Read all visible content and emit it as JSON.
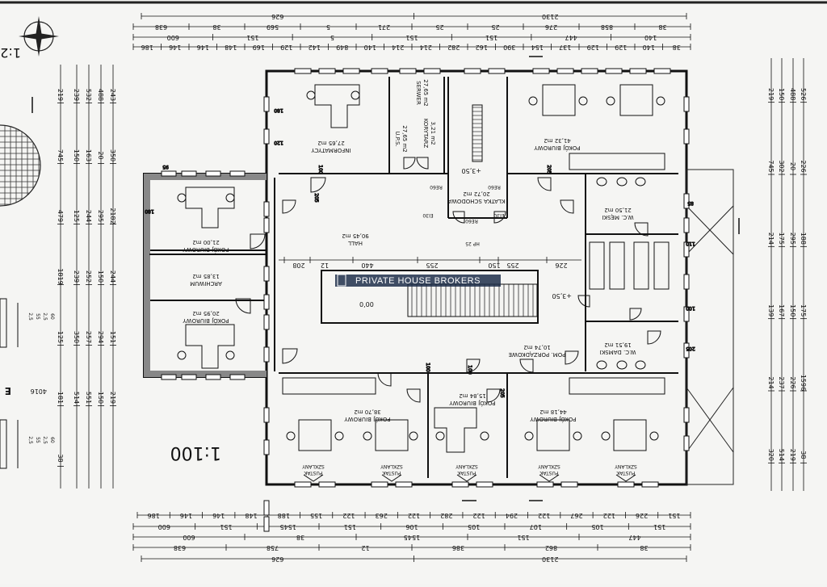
{
  "watermark": {
    "text": "PRIVATE HOUSE BROKERS"
  },
  "scale": {
    "plan": "1:100",
    "corner": "1:2"
  },
  "elevations": {
    "center_hall": "0,00",
    "stair_left": "+3,50",
    "stair_right": "+3,50",
    "east_label": "E",
    "east_value": "4016"
  },
  "rooms": [
    {
      "id": "informatycy",
      "name": "INFORMATYCY",
      "area": "27,65 m2"
    },
    {
      "id": "serwer",
      "name": "SERWER",
      "area": "27,65 m2"
    },
    {
      "id": "ups",
      "name": "U.P.S.",
      "area": "27,65 m2"
    },
    {
      "id": "korytarz",
      "name": "KORYTARZ",
      "area": "3,21 m2"
    },
    {
      "id": "pokoj-biurowy-ne",
      "name": "POKÓJ BIUROWY",
      "area": "41,32 m2"
    },
    {
      "id": "pokoj-biurowy-w1",
      "name": "POKÓJ BIUROWY",
      "area": "21,00 m2"
    },
    {
      "id": "archiwum",
      "name": "ARCHIWUM",
      "area": "13,85 m2"
    },
    {
      "id": "pokoj-biurowy-w2",
      "name": "POKÓJ BIUROWY",
      "area": "20,95 m2"
    },
    {
      "id": "hall",
      "name": "HALL",
      "area": "90,45 m2"
    },
    {
      "id": "klatka",
      "name": "KLATKA SCHODOWA",
      "area": "20,72 m2"
    },
    {
      "id": "wc-meski",
      "name": "W.C. MĘSKI",
      "area": "21,50 m2"
    },
    {
      "id": "wc-damski",
      "name": "W.C. DAMSKI",
      "area": "19,51 m2"
    },
    {
      "id": "pom-porzadkowe",
      "name": "POM. PORZĄDKOWE",
      "area": "10,74 m2"
    },
    {
      "id": "pokoj-biurowy-sw",
      "name": "POKÓJ BIUROWY",
      "area": "38,70 m2"
    },
    {
      "id": "pokoj-biurowy-s",
      "name": "POKÓJ BIUROWY",
      "area": "15,84 m2"
    },
    {
      "id": "pokoj-biurowy-se",
      "name": "POKÓJ BIUROWY",
      "area": "44,18 m2"
    }
  ],
  "top_dimensions": {
    "row1": [
      "626",
      "2130"
    ],
    "row2": [
      "638",
      "38",
      "569",
      "5",
      "271",
      "25",
      "25",
      "276",
      "858",
      "38"
    ],
    "row3": [
      "600",
      "151",
      "5",
      "151",
      "151",
      "447",
      "140"
    ],
    "row4": [
      "186",
      "146",
      "146",
      "148",
      "169",
      "129",
      "142",
      "849",
      "140",
      "214",
      "214",
      "282",
      "162",
      "390",
      "154",
      "137",
      "129",
      "129",
      "140",
      "38"
    ]
  },
  "bottom_dimensions": {
    "row1": [
      "186",
      "146",
      "146",
      "148",
      "188",
      "155",
      "122",
      "263",
      "122",
      "282",
      "122",
      "294",
      "122",
      "267",
      "122",
      "226",
      "151"
    ],
    "row2": [
      "600",
      "151",
      "1545",
      "151",
      "106",
      "105",
      "107",
      "105",
      "151"
    ],
    "row3": [
      "600",
      "38",
      "1545",
      "151",
      "447"
    ],
    "row4": [
      "638",
      "758",
      "12",
      "386",
      "862",
      "38"
    ],
    "row5": [
      "626",
      "2130"
    ]
  },
  "left_dimensions": [
    "219",
    "239",
    "532",
    "488",
    "243",
    "745",
    "150",
    "163",
    "20",
    "350",
    "479",
    "125",
    "244",
    "295",
    "2182",
    "1819",
    "239",
    "252",
    "150",
    "244",
    "125",
    "350",
    "257",
    "294",
    "151",
    "181",
    "514",
    "551",
    "150",
    "219",
    "38"
  ],
  "right_dimensions": [
    "219",
    "150",
    "488",
    "526",
    "745",
    "302",
    "20",
    "226",
    "214",
    "175",
    "295",
    "188",
    "139",
    "167",
    "150",
    "175",
    "214",
    "237",
    "226",
    "1596",
    "320",
    "514",
    "219",
    "38"
  ],
  "window_dims": [
    "180",
    "120",
    "180",
    "95",
    "85",
    "110",
    "100",
    "205"
  ],
  "door_labels": [
    "100",
    "205",
    "205",
    "100",
    "100",
    "205"
  ],
  "wall_labels": [
    "PUSTAK",
    "SZKLANY"
  ],
  "hall_dims": [
    "208",
    "12",
    "440",
    "255",
    "150",
    "255",
    "226"
  ],
  "stair_labels": [
    "RE60",
    "EI30",
    "EI30",
    "RE60",
    "RE60",
    "HP 25"
  ],
  "side_small": [
    "2,5",
    "55",
    "2,5",
    "60"
  ]
}
